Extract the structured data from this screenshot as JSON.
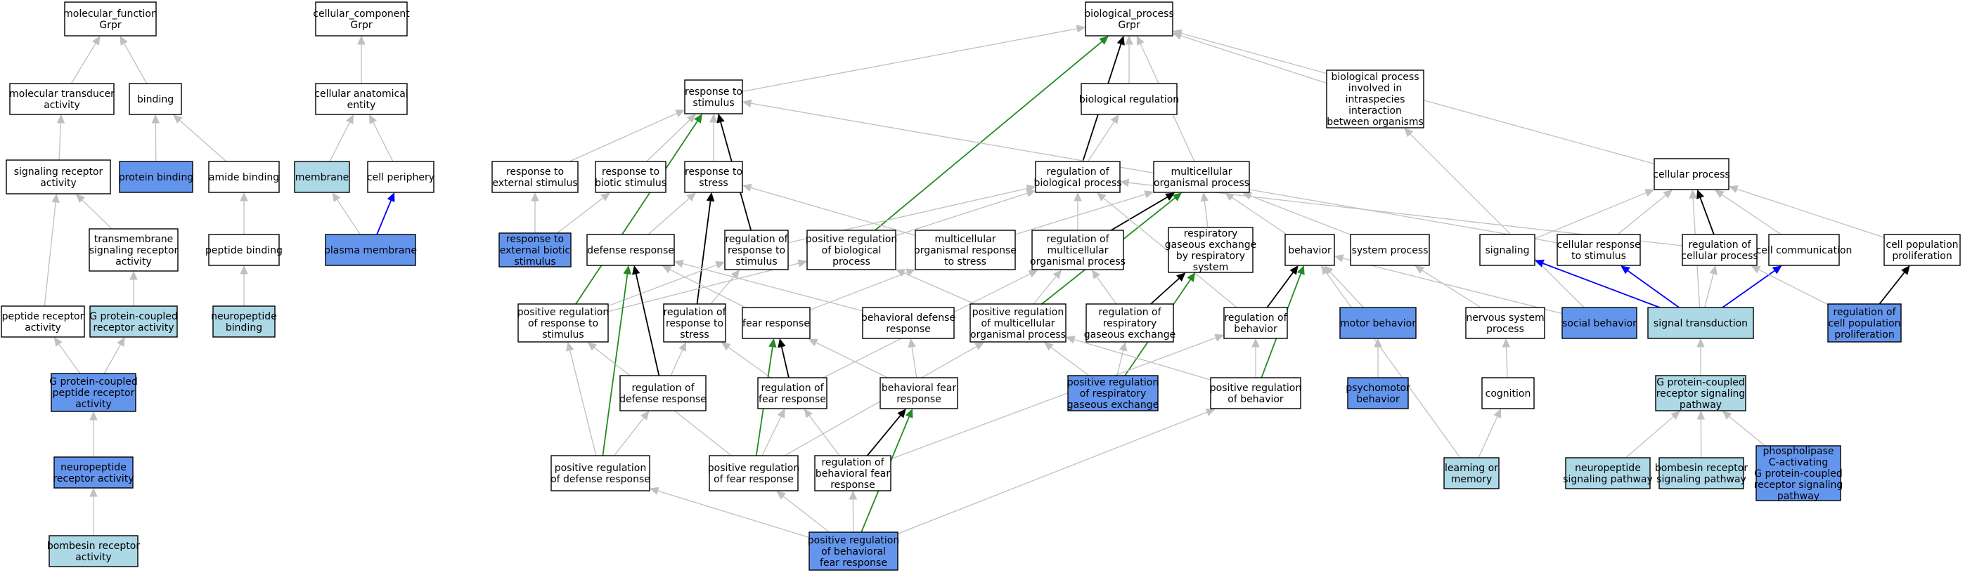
{
  "colors": {
    "default": "#ffffff",
    "annotated": "#add8e6",
    "query": "#6495ed",
    "edge_is_a": "#c0c0c0",
    "edge_regulates": "#000000",
    "edge_pos_regulates": "#228b22",
    "edge_part_of": "#0000ff"
  },
  "nodes": [
    {
      "id": "mf",
      "lines": [
        "molecular_function",
        "Grpr"
      ],
      "fill": "default"
    },
    {
      "id": "cc",
      "lines": [
        "cellular_component",
        "Grpr"
      ],
      "fill": "default"
    },
    {
      "id": "bp",
      "lines": [
        "biological_process",
        "Grpr"
      ],
      "fill": "default"
    },
    {
      "id": "moltrans",
      "lines": [
        "molecular transducer",
        "activity"
      ],
      "fill": "default"
    },
    {
      "id": "binding",
      "lines": [
        "binding"
      ],
      "fill": "default"
    },
    {
      "id": "sigrec",
      "lines": [
        "signaling receptor",
        "activity"
      ],
      "fill": "default"
    },
    {
      "id": "protbind",
      "lines": [
        "protein binding"
      ],
      "fill": "query"
    },
    {
      "id": "amidebind",
      "lines": [
        "amide binding"
      ],
      "fill": "default"
    },
    {
      "id": "tmsig",
      "lines": [
        "transmembrane",
        "signaling receptor",
        "activity"
      ],
      "fill": "default"
    },
    {
      "id": "pepbind",
      "lines": [
        "peptide binding"
      ],
      "fill": "default"
    },
    {
      "id": "peprec",
      "lines": [
        "peptide receptor",
        "activity"
      ],
      "fill": "default"
    },
    {
      "id": "gpcr",
      "lines": [
        "G protein-coupled",
        "receptor activity"
      ],
      "fill": "annotated"
    },
    {
      "id": "neupepbind",
      "lines": [
        "neuropeptide",
        "binding"
      ],
      "fill": "annotated"
    },
    {
      "id": "gpcrpep",
      "lines": [
        "G protein-coupled",
        "peptide receptor",
        "activity"
      ],
      "fill": "query"
    },
    {
      "id": "neupeprec",
      "lines": [
        "neuropeptide",
        "receptor activity"
      ],
      "fill": "query"
    },
    {
      "id": "bombrec",
      "lines": [
        "bombesin receptor",
        "activity"
      ],
      "fill": "annotated"
    },
    {
      "id": "cae",
      "lines": [
        "cellular anatomical",
        "entity"
      ],
      "fill": "default"
    },
    {
      "id": "membrane",
      "lines": [
        "membrane"
      ],
      "fill": "annotated"
    },
    {
      "id": "cellper",
      "lines": [
        "cell periphery"
      ],
      "fill": "default"
    },
    {
      "id": "plasmamem",
      "lines": [
        "plasma membrane"
      ],
      "fill": "query"
    },
    {
      "id": "resp_stim",
      "lines": [
        "response to",
        "stimulus"
      ],
      "fill": "default"
    },
    {
      "id": "bioreg",
      "lines": [
        "biological regulation"
      ],
      "fill": "default"
    },
    {
      "id": "interspecies",
      "lines": [
        "biological process",
        "involved in",
        "intraspecies",
        "interaction",
        "between organisms"
      ],
      "fill": "default"
    },
    {
      "id": "resp_ext",
      "lines": [
        "response to",
        "external stimulus"
      ],
      "fill": "default"
    },
    {
      "id": "resp_biotic",
      "lines": [
        "response to",
        "biotic stimulus"
      ],
      "fill": "default"
    },
    {
      "id": "resp_stress",
      "lines": [
        "response to",
        "stress"
      ],
      "fill": "default"
    },
    {
      "id": "reg_bio",
      "lines": [
        "regulation of",
        "biological process"
      ],
      "fill": "default"
    },
    {
      "id": "multi",
      "lines": [
        "multicellular",
        "organismal process"
      ],
      "fill": "default"
    },
    {
      "id": "cellproc",
      "lines": [
        "cellular process"
      ],
      "fill": "default"
    },
    {
      "id": "resp_extbiotic",
      "lines": [
        "response to",
        "external biotic",
        "stimulus"
      ],
      "fill": "query"
    },
    {
      "id": "defense",
      "lines": [
        "defense response"
      ],
      "fill": "default"
    },
    {
      "id": "reg_resp_stim",
      "lines": [
        "regulation of",
        "response to",
        "stimulus"
      ],
      "fill": "default"
    },
    {
      "id": "posreg_bio",
      "lines": [
        "positive regulation",
        "of biological",
        "process"
      ],
      "fill": "default"
    },
    {
      "id": "multi_stress",
      "lines": [
        "multicellular",
        "organismal response",
        "to stress"
      ],
      "fill": "default"
    },
    {
      "id": "reg_multi",
      "lines": [
        "regulation of",
        "multicellular",
        "organismal process"
      ],
      "fill": "default"
    },
    {
      "id": "resp_gas",
      "lines": [
        "respiratory",
        "gaseous exchange",
        "by respiratory",
        "system"
      ],
      "fill": "default"
    },
    {
      "id": "behavior",
      "lines": [
        "behavior"
      ],
      "fill": "default"
    },
    {
      "id": "sysproc",
      "lines": [
        "system process"
      ],
      "fill": "default"
    },
    {
      "id": "signaling",
      "lines": [
        "signaling"
      ],
      "fill": "default"
    },
    {
      "id": "cellresp",
      "lines": [
        "cellular response",
        "to stimulus"
      ],
      "fill": "default"
    },
    {
      "id": "reg_cellproc",
      "lines": [
        "regulation of",
        "cellular process"
      ],
      "fill": "default"
    },
    {
      "id": "cellcomm",
      "lines": [
        "cell communication"
      ],
      "fill": "default"
    },
    {
      "id": "cellpop",
      "lines": [
        "cell population",
        "proliferation"
      ],
      "fill": "default"
    },
    {
      "id": "posreg_resp_stim",
      "lines": [
        "positive regulation",
        "of response to",
        "stimulus"
      ],
      "fill": "default"
    },
    {
      "id": "reg_resp_stress",
      "lines": [
        "regulation of",
        "response to",
        "stress"
      ],
      "fill": "default"
    },
    {
      "id": "fear",
      "lines": [
        "fear response"
      ],
      "fill": "default"
    },
    {
      "id": "behdef",
      "lines": [
        "behavioral defense",
        "response"
      ],
      "fill": "default"
    },
    {
      "id": "posreg_multi",
      "lines": [
        "positive regulation",
        "of multicellular",
        "organismal process"
      ],
      "fill": "default"
    },
    {
      "id": "reg_resp_gas",
      "lines": [
        "regulation of",
        "respiratory",
        "gaseous exchange"
      ],
      "fill": "default"
    },
    {
      "id": "reg_beh",
      "lines": [
        "regulation of",
        "behavior"
      ],
      "fill": "default"
    },
    {
      "id": "motor",
      "lines": [
        "motor behavior"
      ],
      "fill": "query"
    },
    {
      "id": "nervsys",
      "lines": [
        "nervous system",
        "process"
      ],
      "fill": "default"
    },
    {
      "id": "social",
      "lines": [
        "social behavior"
      ],
      "fill": "query"
    },
    {
      "id": "sigtrans",
      "lines": [
        "signal transduction"
      ],
      "fill": "annotated"
    },
    {
      "id": "reg_cellpop",
      "lines": [
        "regulation of",
        "cell population",
        "proliferation"
      ],
      "fill": "query"
    },
    {
      "id": "reg_def",
      "lines": [
        "regulation of",
        "defense response"
      ],
      "fill": "default"
    },
    {
      "id": "reg_fear",
      "lines": [
        "regulation of",
        "fear response"
      ],
      "fill": "default"
    },
    {
      "id": "behfear",
      "lines": [
        "behavioral fear",
        "response"
      ],
      "fill": "default"
    },
    {
      "id": "posreg_resp_gas",
      "lines": [
        "positive regulation",
        "of respiratory",
        "gaseous exchange"
      ],
      "fill": "query"
    },
    {
      "id": "posreg_beh",
      "lines": [
        "positive regulation",
        "of behavior"
      ],
      "fill": "default"
    },
    {
      "id": "psychomotor",
      "lines": [
        "psychomotor",
        "behavior"
      ],
      "fill": "query"
    },
    {
      "id": "cognition",
      "lines": [
        "cognition"
      ],
      "fill": "default"
    },
    {
      "id": "gpcrsig",
      "lines": [
        "G protein-coupled",
        "receptor signaling",
        "pathway"
      ],
      "fill": "annotated"
    },
    {
      "id": "posreg_def",
      "lines": [
        "positive regulation",
        "of defense response"
      ],
      "fill": "default"
    },
    {
      "id": "posreg_fear",
      "lines": [
        "positive regulation",
        "of fear response"
      ],
      "fill": "default"
    },
    {
      "id": "reg_behfear",
      "lines": [
        "regulation of",
        "behavioral fear",
        "response"
      ],
      "fill": "default"
    },
    {
      "id": "learning",
      "lines": [
        "learning or",
        "memory"
      ],
      "fill": "annotated"
    },
    {
      "id": "neupepsig",
      "lines": [
        "neuropeptide",
        "signaling pathway"
      ],
      "fill": "annotated"
    },
    {
      "id": "bombsig",
      "lines": [
        "bombesin receptor",
        "signaling pathway"
      ],
      "fill": "annotated"
    },
    {
      "id": "plc",
      "lines": [
        "phospholipase",
        "C-activating",
        "G protein-coupled",
        "receptor signaling",
        "pathway"
      ],
      "fill": "query"
    },
    {
      "id": "posreg_behfear",
      "lines": [
        "positive regulation",
        "of behavioral",
        "fear response"
      ],
      "fill": "query"
    }
  ],
  "edges": [
    {
      "from": "moltrans",
      "to": "mf",
      "type": "is_a"
    },
    {
      "from": "binding",
      "to": "mf",
      "type": "is_a"
    },
    {
      "from": "sigrec",
      "to": "moltrans",
      "type": "is_a"
    },
    {
      "from": "protbind",
      "to": "binding",
      "type": "is_a"
    },
    {
      "from": "amidebind",
      "to": "binding",
      "type": "is_a"
    },
    {
      "from": "tmsig",
      "to": "sigrec",
      "type": "is_a"
    },
    {
      "from": "pepbind",
      "to": "amidebind",
      "type": "is_a"
    },
    {
      "from": "peprec",
      "to": "sigrec",
      "type": "is_a"
    },
    {
      "from": "gpcr",
      "to": "tmsig",
      "type": "is_a"
    },
    {
      "from": "neupepbind",
      "to": "pepbind",
      "type": "is_a"
    },
    {
      "from": "gpcrpep",
      "to": "peprec",
      "type": "is_a"
    },
    {
      "from": "gpcrpep",
      "to": "gpcr",
      "type": "is_a"
    },
    {
      "from": "neupeprec",
      "to": "gpcrpep",
      "type": "is_a"
    },
    {
      "from": "bombrec",
      "to": "neupeprec",
      "type": "is_a"
    },
    {
      "from": "cae",
      "to": "cc",
      "type": "is_a"
    },
    {
      "from": "membrane",
      "to": "cae",
      "type": "is_a"
    },
    {
      "from": "cellper",
      "to": "cae",
      "type": "is_a"
    },
    {
      "from": "plasmamem",
      "to": "membrane",
      "type": "is_a"
    },
    {
      "from": "plasmamem",
      "to": "cellper",
      "type": "part_of"
    },
    {
      "from": "resp_stim",
      "to": "bp",
      "type": "is_a"
    },
    {
      "from": "bioreg",
      "to": "bp",
      "type": "is_a"
    },
    {
      "from": "interspecies",
      "to": "bp",
      "type": "is_a"
    },
    {
      "from": "multi",
      "to": "bp",
      "type": "is_a"
    },
    {
      "from": "cellproc",
      "to": "bp",
      "type": "is_a"
    },
    {
      "from": "reg_bio",
      "to": "bp",
      "type": "regulates"
    },
    {
      "from": "posreg_bio",
      "to": "bp",
      "type": "positively_regulates"
    },
    {
      "from": "reg_bio",
      "to": "bioreg",
      "type": "is_a"
    },
    {
      "from": "resp_ext",
      "to": "resp_stim",
      "type": "is_a"
    },
    {
      "from": "resp_biotic",
      "to": "resp_stim",
      "type": "is_a"
    },
    {
      "from": "resp_stress",
      "to": "resp_stim",
      "type": "is_a"
    },
    {
      "from": "reg_resp_stim",
      "to": "resp_stim",
      "type": "regulates"
    },
    {
      "from": "posreg_resp_stim",
      "to": "resp_stim",
      "type": "positively_regulates"
    },
    {
      "from": "cellresp",
      "to": "resp_stim",
      "type": "is_a"
    },
    {
      "from": "resp_extbiotic",
      "to": "resp_ext",
      "type": "is_a"
    },
    {
      "from": "resp_extbiotic",
      "to": "resp_biotic",
      "type": "is_a"
    },
    {
      "from": "defense",
      "to": "resp_stress",
      "type": "is_a"
    },
    {
      "from": "multi_stress",
      "to": "resp_stress",
      "type": "is_a"
    },
    {
      "from": "reg_resp_stress",
      "to": "resp_stress",
      "type": "regulates"
    },
    {
      "from": "reg_resp_stim",
      "to": "reg_bio",
      "type": "is_a"
    },
    {
      "from": "posreg_bio",
      "to": "reg_bio",
      "type": "is_a"
    },
    {
      "from": "reg_multi",
      "to": "reg_bio",
      "type": "is_a"
    },
    {
      "from": "reg_cellproc",
      "to": "reg_bio",
      "type": "is_a"
    },
    {
      "from": "multi_stress",
      "to": "multi",
      "type": "is_a"
    },
    {
      "from": "reg_multi",
      "to": "multi",
      "type": "regulates"
    },
    {
      "from": "posreg_multi",
      "to": "multi",
      "type": "positively_regulates"
    },
    {
      "from": "resp_gas",
      "to": "multi",
      "type": "is_a"
    },
    {
      "from": "behavior",
      "to": "multi",
      "type": "is_a"
    },
    {
      "from": "sysproc",
      "to": "multi",
      "type": "is_a"
    },
    {
      "from": "signaling",
      "to": "cellproc",
      "type": "is_a"
    },
    {
      "from": "cellresp",
      "to": "cellproc",
      "type": "is_a"
    },
    {
      "from": "reg_cellproc",
      "to": "cellproc",
      "type": "regulates"
    },
    {
      "from": "cellcomm",
      "to": "cellproc",
      "type": "is_a"
    },
    {
      "from": "cellpop",
      "to": "cellproc",
      "type": "is_a"
    },
    {
      "from": "social",
      "to": "interspecies",
      "type": "is_a"
    },
    {
      "from": "posreg_resp_stim",
      "to": "reg_resp_stim",
      "type": "is_a"
    },
    {
      "from": "posreg_resp_stim",
      "to": "posreg_bio",
      "type": "is_a"
    },
    {
      "from": "reg_resp_stress",
      "to": "reg_resp_stim",
      "type": "is_a"
    },
    {
      "from": "fear",
      "to": "multi_stress",
      "type": "is_a"
    },
    {
      "from": "fear",
      "to": "defense",
      "type": "is_a"
    },
    {
      "from": "behdef",
      "to": "defense",
      "type": "is_a"
    },
    {
      "from": "reg_def",
      "to": "defense",
      "type": "regulates"
    },
    {
      "from": "posreg_def",
      "to": "defense",
      "type": "positively_regulates"
    },
    {
      "from": "posreg_multi",
      "to": "reg_multi",
      "type": "is_a"
    },
    {
      "from": "posreg_multi",
      "to": "posreg_bio",
      "type": "is_a"
    },
    {
      "from": "reg_resp_gas",
      "to": "reg_multi",
      "type": "is_a"
    },
    {
      "from": "reg_beh",
      "to": "reg_bio",
      "type": "is_a"
    },
    {
      "from": "reg_resp_gas",
      "to": "resp_gas",
      "type": "regulates"
    },
    {
      "from": "posreg_resp_gas",
      "to": "resp_gas",
      "type": "positively_regulates"
    },
    {
      "from": "posreg_resp_gas",
      "to": "reg_resp_gas",
      "type": "is_a"
    },
    {
      "from": "posreg_resp_gas",
      "to": "posreg_multi",
      "type": "is_a"
    },
    {
      "from": "reg_beh",
      "to": "behavior",
      "type": "regulates"
    },
    {
      "from": "posreg_beh",
      "to": "behavior",
      "type": "positively_regulates"
    },
    {
      "from": "posreg_beh",
      "to": "reg_beh",
      "type": "is_a"
    },
    {
      "from": "posreg_beh",
      "to": "posreg_multi",
      "type": "is_a"
    },
    {
      "from": "motor",
      "to": "behavior",
      "type": "is_a"
    },
    {
      "from": "psychomotor",
      "to": "motor",
      "type": "is_a"
    },
    {
      "from": "nervsys",
      "to": "sysproc",
      "type": "is_a"
    },
    {
      "from": "cognition",
      "to": "nervsys",
      "type": "is_a"
    },
    {
      "from": "learning",
      "to": "cognition",
      "type": "is_a"
    },
    {
      "from": "learning",
      "to": "behavior",
      "type": "is_a"
    },
    {
      "from": "social",
      "to": "behavior",
      "type": "is_a"
    },
    {
      "from": "sigtrans",
      "to": "signaling",
      "type": "part_of"
    },
    {
      "from": "sigtrans",
      "to": "cellresp",
      "type": "part_of"
    },
    {
      "from": "sigtrans",
      "to": "cellcomm",
      "type": "part_of"
    },
    {
      "from": "sigtrans",
      "to": "cellproc",
      "type": "is_a"
    },
    {
      "from": "sigtrans",
      "to": "reg_cellproc",
      "type": "is_a"
    },
    {
      "from": "reg_cellpop",
      "to": "cellpop",
      "type": "regulates"
    },
    {
      "from": "reg_cellpop",
      "to": "reg_cellproc",
      "type": "is_a"
    },
    {
      "from": "gpcrsig",
      "to": "sigtrans",
      "type": "is_a"
    },
    {
      "from": "neupepsig",
      "to": "gpcrsig",
      "type": "is_a"
    },
    {
      "from": "bombsig",
      "to": "gpcrsig",
      "type": "is_a"
    },
    {
      "from": "plc",
      "to": "gpcrsig",
      "type": "is_a"
    },
    {
      "from": "reg_def",
      "to": "reg_resp_stress",
      "type": "is_a"
    },
    {
      "from": "reg_fear",
      "to": "fear",
      "type": "regulates"
    },
    {
      "from": "reg_fear",
      "to": "reg_resp_stress",
      "type": "is_a"
    },
    {
      "from": "reg_fear",
      "to": "reg_multi",
      "type": "is_a"
    },
    {
      "from": "behfear",
      "to": "fear",
      "type": "is_a"
    },
    {
      "from": "behfear",
      "to": "behdef",
      "type": "is_a"
    },
    {
      "from": "reg_behfear",
      "to": "behfear",
      "type": "regulates"
    },
    {
      "from": "reg_behfear",
      "to": "reg_fear",
      "type": "is_a"
    },
    {
      "from": "reg_behfear",
      "to": "reg_beh",
      "type": "is_a"
    },
    {
      "from": "posreg_def",
      "to": "reg_def",
      "type": "is_a"
    },
    {
      "from": "posreg_def",
      "to": "posreg_resp_stim",
      "type": "is_a"
    },
    {
      "from": "posreg_fear",
      "to": "fear",
      "type": "positively_regulates"
    },
    {
      "from": "posreg_fear",
      "to": "reg_fear",
      "type": "is_a"
    },
    {
      "from": "posreg_fear",
      "to": "posreg_resp_stim",
      "type": "is_a"
    },
    {
      "from": "posreg_fear",
      "to": "posreg_multi",
      "type": "is_a"
    },
    {
      "from": "posreg_behfear",
      "to": "behfear",
      "type": "positively_regulates"
    },
    {
      "from": "posreg_behfear",
      "to": "reg_behfear",
      "type": "is_a"
    },
    {
      "from": "posreg_behfear",
      "to": "posreg_fear",
      "type": "is_a"
    },
    {
      "from": "posreg_behfear",
      "to": "posreg_def",
      "type": "is_a"
    },
    {
      "from": "posreg_behfear",
      "to": "posreg_beh",
      "type": "is_a"
    }
  ]
}
